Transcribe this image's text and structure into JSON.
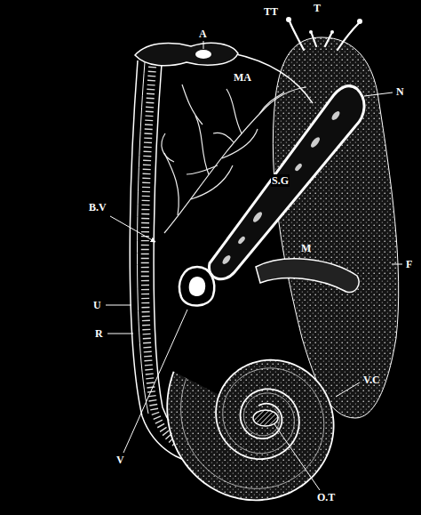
{
  "diagram": {
    "labels": [
      "T",
      "TT",
      "A",
      "MA",
      "N",
      "B.V",
      "S.G",
      "M",
      "F",
      "U",
      "R",
      "V.C",
      "V",
      "O.T"
    ]
  }
}
